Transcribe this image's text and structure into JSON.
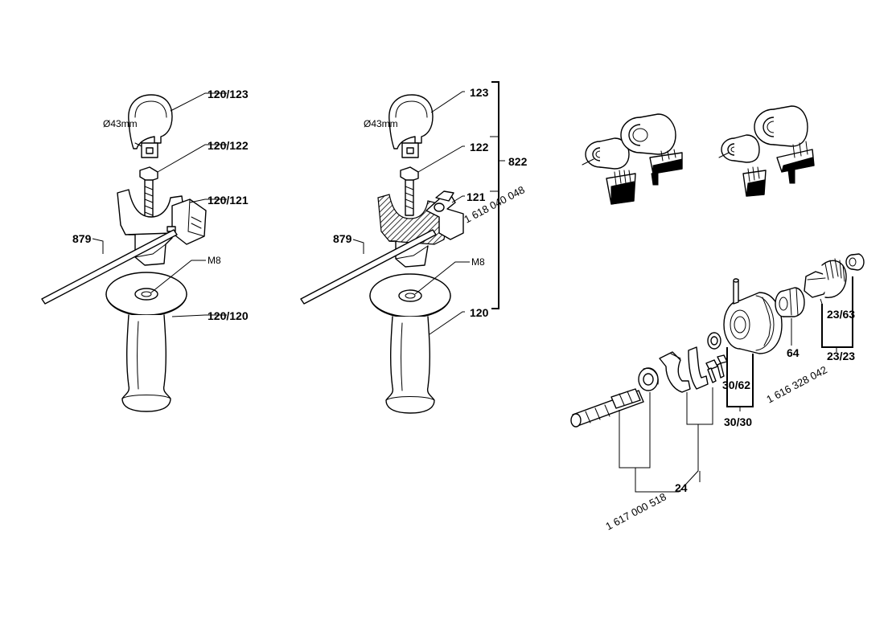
{
  "left_assembly": {
    "labels": {
      "clamp": "120/123",
      "screw": "120/122",
      "holder": "120/121",
      "rod": "879",
      "handle": "120/120",
      "thread": "M8",
      "diameter": "Ø43mm"
    }
  },
  "middle_assembly": {
    "labels": {
      "clamp": "123",
      "screw": "122",
      "holder": "121",
      "rod": "879",
      "handle": "120",
      "thread": "M8",
      "diameter": "Ø43mm",
      "set": "822",
      "holder_code": "1 618 040 048"
    }
  },
  "gear_assembly": {
    "labels": {
      "ring_bearing": "30/62",
      "bearing_set": "30/30",
      "needle": "64",
      "gear": "23/63",
      "gear_set": "23/23",
      "code_right": "1 616 328 042",
      "code_left": "1 617 000 518",
      "shaft_set": "24"
    }
  }
}
